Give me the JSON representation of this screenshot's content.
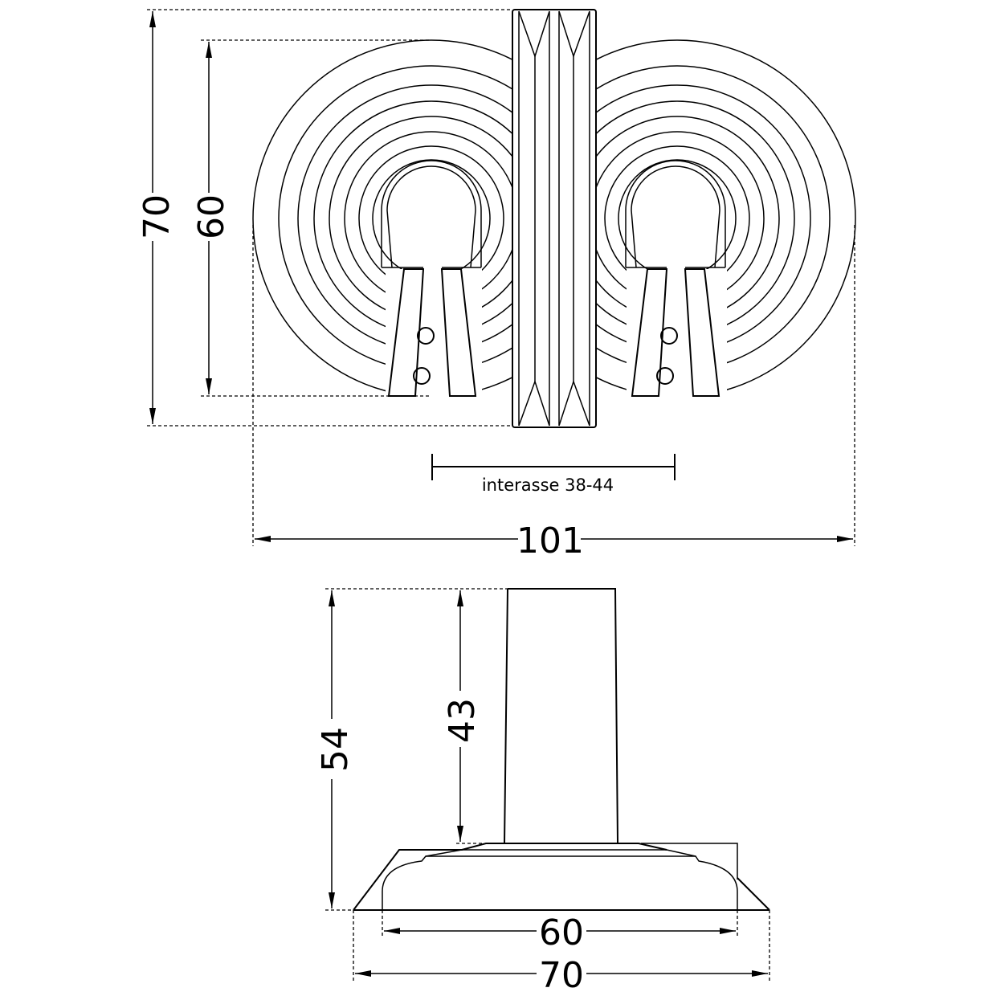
{
  "top_view": {
    "dim_height_outer": "70",
    "dim_height_rosette": "60",
    "center_distance": "interasse 38-44",
    "dim_width_total": "101"
  },
  "side_view": {
    "dim_total_height": "54",
    "dim_stem_height": "43",
    "dim_base_inner": "60",
    "dim_base_outer": "70"
  },
  "colors": {
    "line": "#000000",
    "background": "#ffffff"
  }
}
